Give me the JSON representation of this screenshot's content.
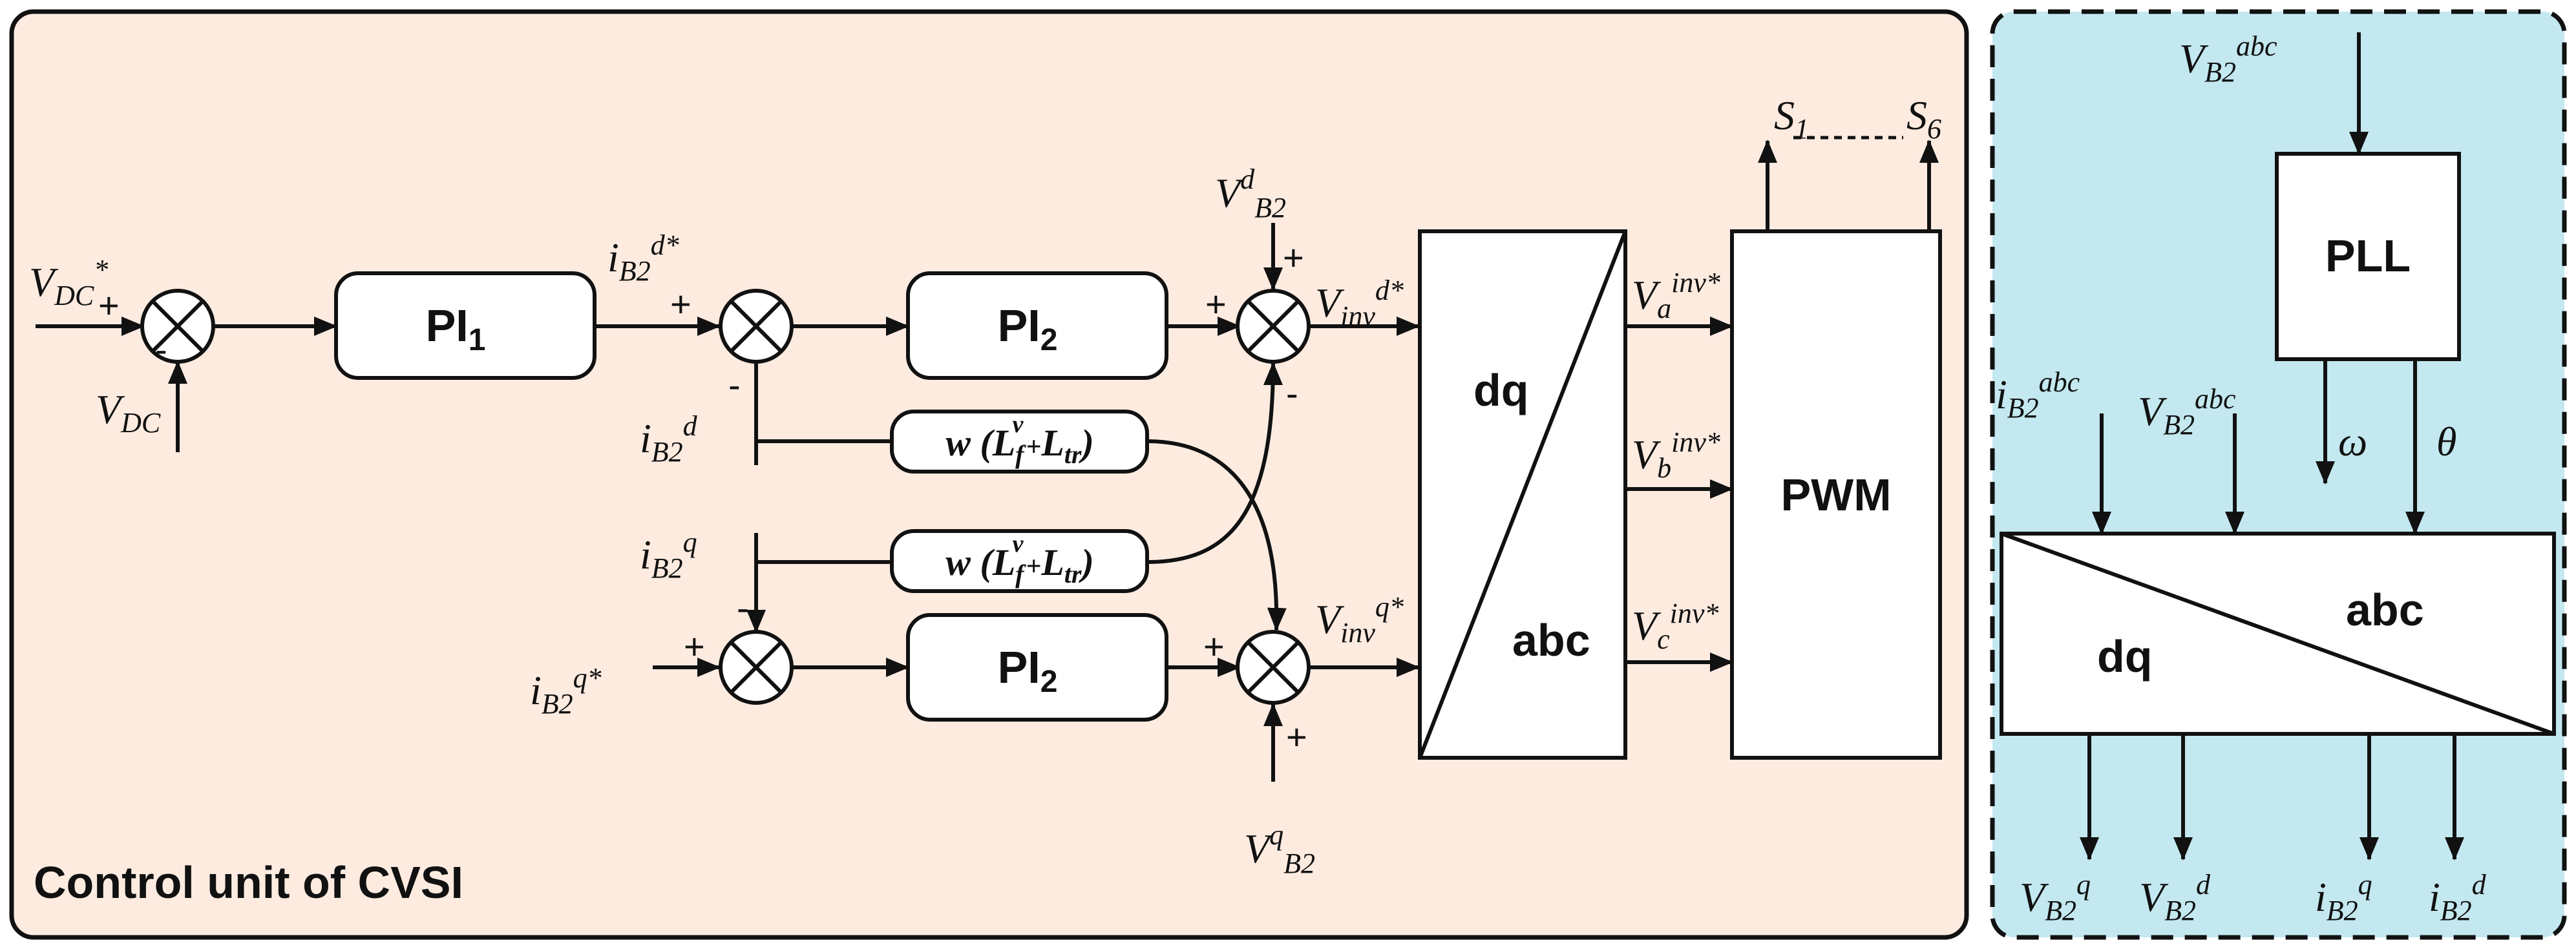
{
  "left_panel": {
    "title": "Control unit of CVSI",
    "bg": "#fdebe0"
  },
  "right_panel": {
    "bg": "#c3e8f0"
  },
  "blocks": {
    "pi1_main": "PI",
    "pi1_sub": "1",
    "pi2_main": "PI",
    "pi2_sub": "2",
    "dq": "dq",
    "abc": "abc",
    "pwm": "PWM",
    "pll": "PLL",
    "coupling_w": "w",
    "coupling_L": "L",
    "coupling_f": "f",
    "coupling_v": "v",
    "coupling_plus": "+",
    "coupling_Ltr": "L",
    "coupling_tr": "tr"
  },
  "labels": {
    "V": "V",
    "i": "i",
    "star": "*",
    "DC": "DC",
    "B2": "B2",
    "inv": "inv",
    "d": "d",
    "q": "q",
    "d_star": "d*",
    "q_star": "q*",
    "a": "a",
    "b": "b",
    "c": "c",
    "inv_star": "inv*",
    "S": "S",
    "s1": "1",
    "s6": "6",
    "abc": "abc",
    "omega": "ω",
    "theta": "θ"
  },
  "signs": {
    "plus": "+",
    "minus": "-"
  }
}
